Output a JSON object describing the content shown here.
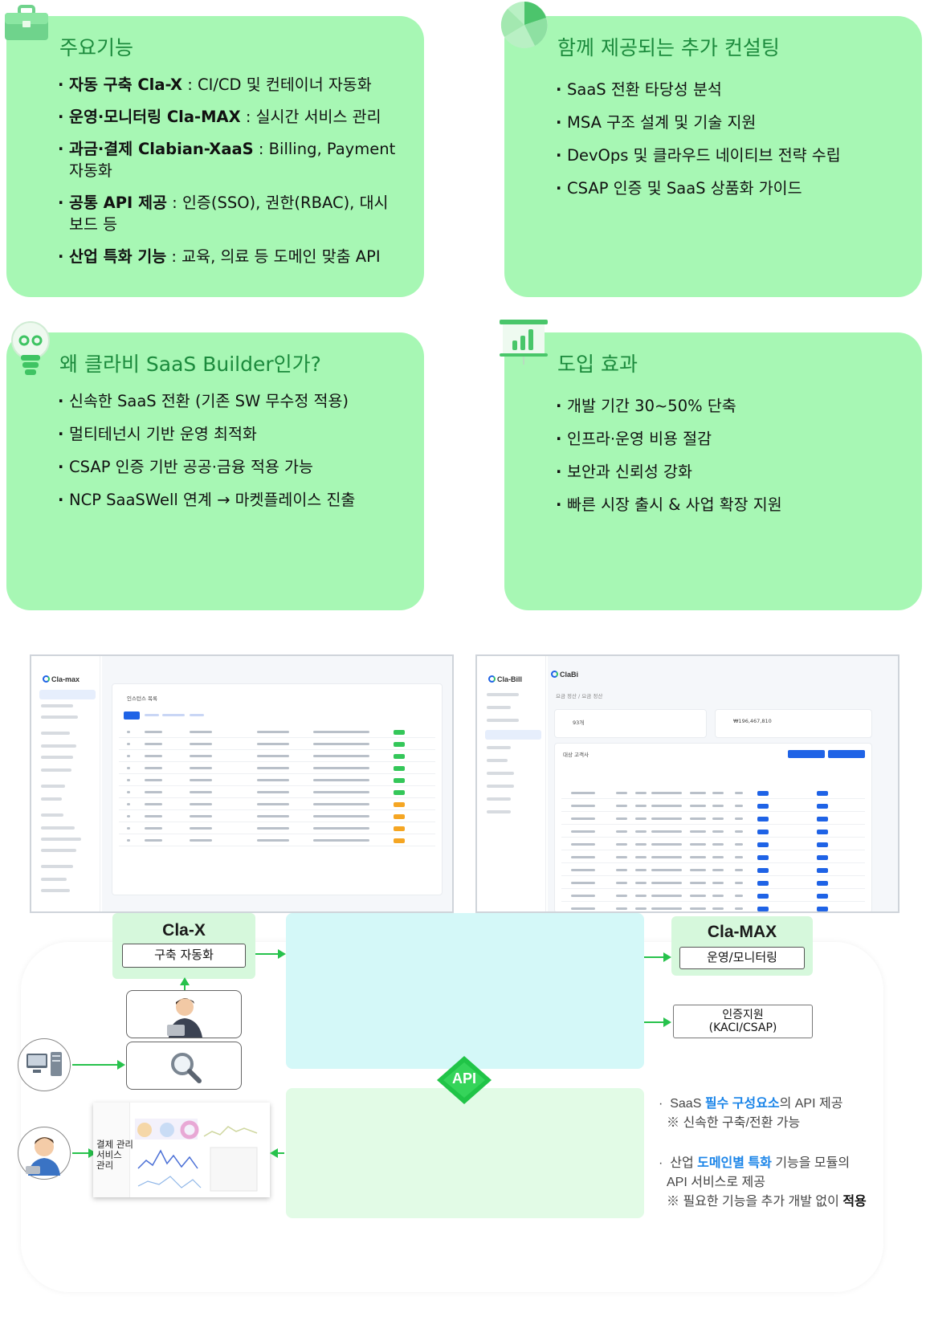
{
  "cards": {
    "features": {
      "title": "주요기능",
      "items": [
        {
          "bold": "자동 구축 Cla-X",
          "rest": " : CI/CD 및 컨테이너 자동화"
        },
        {
          "bold": "운영·모니터링 Cla-MAX",
          "rest": " : 실시간 서비스 관리"
        },
        {
          "bold": "과금·결제 Clabian-XaaS",
          "rest": " : Billing, Payment 자동화"
        },
        {
          "bold": "공통 API 제공",
          "rest": " : 인증(SSO), 권한(RBAC), 대시보드 등"
        },
        {
          "bold": "산업 특화 기능",
          "rest": " : 교육, 의료 등 도메인 맞춤 API"
        }
      ]
    },
    "consulting": {
      "title": "함께 제공되는 추가 컨설팅",
      "items": [
        "SaaS 전환 타당성 분석",
        "MSA 구조 설계 및 기술 지원",
        "DevOps 및 클라우드 네이티브 전략 수립",
        "CSAP 인증 및 SaaS 상품화 가이드"
      ]
    },
    "why": {
      "title": "왜 클라비 SaaS Builder인가?",
      "items": [
        "신속한 SaaS 전환 (기존 SW 무수정 적용)",
        "멀티테넌시 기반 운영 최적화",
        "CSAP 인증 기반 공공·금융 적용 가능",
        "NCP SaaSWell 연계 → 마켓플레이스 진출"
      ]
    },
    "effect": {
      "title": "도입 효과",
      "items": [
        "개발 기간 30~50% 단축",
        "인프라·운영 비용 절감",
        "보안과 신뢰성 강화",
        "빠른 시장 출시 & 사업 확장 지원"
      ]
    }
  },
  "screens": {
    "max": {
      "logo": "Cla-max",
      "panel_title": "인스턴스 목록"
    },
    "bill": {
      "logo": "Cla-Bill",
      "logo2": "ClaBi",
      "breadcrumb": "요금 정산 / 요금 정산",
      "kpi1": "93개",
      "kpi2": "₩196,467,810",
      "panel_title": "대상 고객사"
    }
  },
  "diagram": {
    "clax": {
      "title": "Cla-X",
      "sub": "구축 자동화"
    },
    "clamax": {
      "title": "Cla-MAX",
      "sub": "운영/모니터링"
    },
    "auth": {
      "line1": "인증지원",
      "line2": "(KACI/CSAP)"
    },
    "api_label": "API",
    "billing_label": "결제 관리\n서비스\n관리",
    "notes": {
      "n1_pre": "SaaS ",
      "n1_hl": "필수 구성요소",
      "n1_post": "의 API 제공",
      "n1_sub": "※ 신속한 구축/전환 가능",
      "n2_pre": "산업 ",
      "n2_hl": "도메인별 특화",
      "n2_post": " 기능을 모듈의",
      "n2_line2": "API 서비스로 제공",
      "n2_sub_pre": "※ 필요한 기능을 추가 개발 없이 ",
      "n2_sub_bold": "적용"
    }
  },
  "colors": {
    "card_bg": "#a7f7b4",
    "title_green": "#1b8a3c",
    "arrow_green": "#27c24c",
    "api_green": "#20c447",
    "cyan_box": "#d4f8f8",
    "light_green_box": "#e2fbe6",
    "link_blue": "#1a84e8"
  },
  "icons": [
    "briefcase-icon",
    "pie-chart-icon",
    "lightbulb-icon",
    "bar-chart-board-icon",
    "developer-avatar-icon",
    "magnifier-icon",
    "computer-server-icon",
    "user-avatar-icon"
  ]
}
